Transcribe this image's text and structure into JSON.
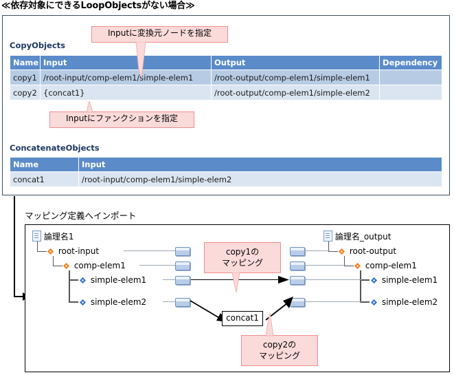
{
  "page_title": "≪依存対象にできるLoopObjectsがない場合≫",
  "copy_objects": {
    "caption": "CopyObjects",
    "columns": [
      "Name",
      "Input",
      "Output",
      "Dependency"
    ],
    "rows": [
      {
        "name": "copy1",
        "input": "/root-input/comp-elem1/simple-elem1",
        "output": "/root-output/comp-elem1/simple-elem1",
        "dependency": ""
      },
      {
        "name": "copy2",
        "input": "{concat1}",
        "output": "/root-output/comp-elem1/simple-elem2",
        "dependency": ""
      }
    ]
  },
  "concatenate_objects": {
    "caption": "ConcatenateObjects",
    "columns": [
      "Name",
      "Input"
    ],
    "rows": [
      {
        "name": "concat1",
        "input": "/root-input/comp-elem1/simple-elem2"
      }
    ]
  },
  "callouts": {
    "input_source_node": "Inputに変換元ノードを指定",
    "input_function": "Inputにファンクションを指定",
    "copy1_mapping_line1": "copy1の",
    "copy1_mapping_line2": "マッピング",
    "copy2_mapping_line1": "copy2の",
    "copy2_mapping_line2": "マッピング"
  },
  "mapping": {
    "import_label": "マッピング定義へインポート",
    "source_tree": {
      "root_label": "論理名1",
      "nodes": [
        "root-input",
        "comp-elem1",
        "simple-elem1",
        "simple-elem2"
      ]
    },
    "target_tree": {
      "root_label": "論理名_output",
      "nodes": [
        "root-output",
        "comp-elem1",
        "simple-elem1",
        "simple-elem2"
      ]
    },
    "function_box": "concat1"
  },
  "colors": {
    "table_header": "#5b8bc9",
    "row_odd": "#b7cce4",
    "row_even": "#dbe5f1",
    "caption_text": "#1f3864",
    "callout_fill": "#fbdada",
    "callout_border": "#f08e8e",
    "panel_border": "#3d4f63"
  }
}
